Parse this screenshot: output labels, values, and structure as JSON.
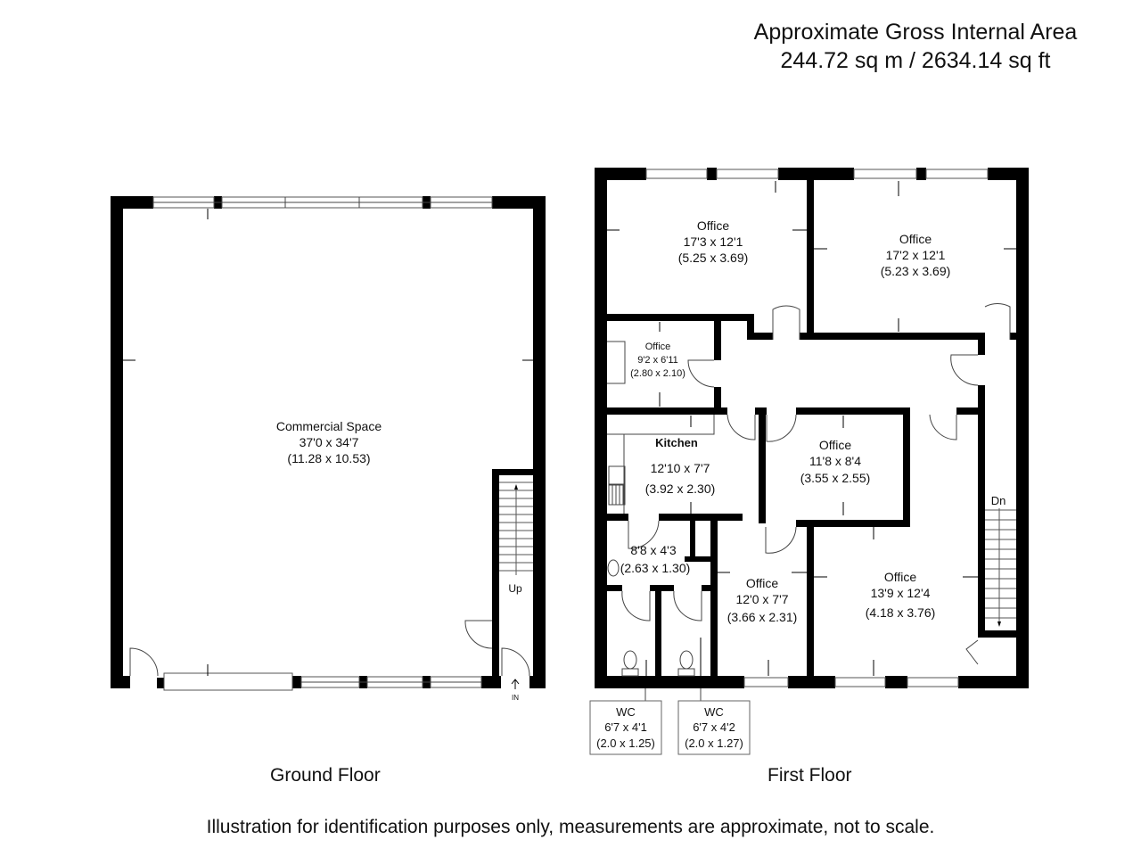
{
  "header": {
    "area_title": "Approximate Gross Internal Area",
    "area_value": "244.72 sq m / 2634.14 sq ft"
  },
  "floors": [
    {
      "name": "Ground Floor",
      "rooms": [
        {
          "name": "Commercial Space",
          "imperial": "37'0 x 34'7",
          "metric": "(11.28 x 10.53)"
        }
      ],
      "annotations": {
        "stairs": "Up",
        "entrance": "IN"
      }
    },
    {
      "name": "First Floor",
      "rooms": [
        {
          "name": "Office",
          "imperial": "17'3 x 12'1",
          "metric": "(5.25 x 3.69)"
        },
        {
          "name": "Office",
          "imperial": "17'2 x 12'1",
          "metric": "(5.23 x 3.69)"
        },
        {
          "name": "Office",
          "imperial": "9'2 x 6'11",
          "metric": "(2.80 x 2.10)"
        },
        {
          "name": "Kitchen",
          "imperial": "12'10 x 7'7",
          "metric": "(3.92 x 2.30)"
        },
        {
          "name": "Office",
          "imperial": "11'8 x 8'4",
          "metric": "(3.55 x 2.55)"
        },
        {
          "name": "",
          "imperial": "8'8 x 4'3",
          "metric": "(2.63 x 1.30)"
        },
        {
          "name": "Office",
          "imperial": "12'0 x 7'7",
          "metric": "(3.66 x 2.31)"
        },
        {
          "name": "Office",
          "imperial": "13'9 x 12'4",
          "metric": "(4.18 x 3.76)"
        },
        {
          "name": "WC",
          "imperial": "6'7 x 4'1",
          "metric": "(2.0 x 1.25)"
        },
        {
          "name": "WC",
          "imperial": "6'7 x 4'2",
          "metric": "(2.0 x 1.27)"
        }
      ],
      "annotations": {
        "stairs": "Dn"
      }
    }
  ],
  "footer": {
    "disclaimer": "Illustration for identification purposes only, measurements are approximate, not to scale."
  },
  "colors": {
    "wall": "#000000",
    "background": "#ffffff",
    "text": "#111111"
  }
}
